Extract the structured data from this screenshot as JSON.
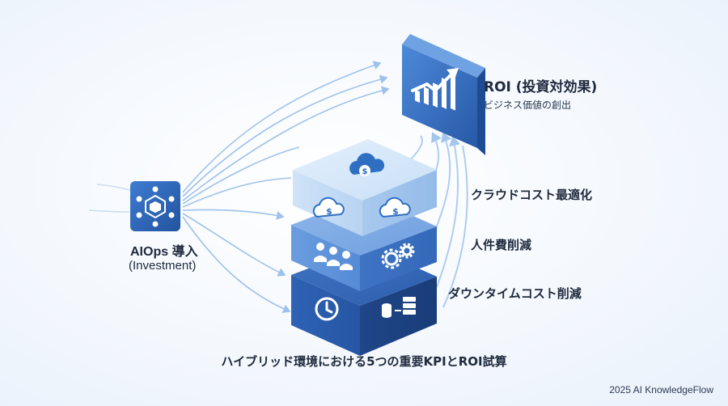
{
  "roi": {
    "title": "ROI (投資対効果)",
    "subtitle": "ビジネス価値の創出",
    "icon": "growth-chart-icon"
  },
  "kpis": [
    {
      "label": "クラウドコスト最適化",
      "icon": "cloud-dollar-icon"
    },
    {
      "label": "人件費削減",
      "icon": "people-gear-icon"
    },
    {
      "label": "ダウンタイムコスト削減",
      "icon": "clock-server-icon"
    }
  ],
  "aiops": {
    "title": "AIOps 導入",
    "subtitle": "(Investment)",
    "icon": "network-hub-icon"
  },
  "footer": {
    "title": "ハイブリッド環境における5つの重要KPIとROI試算",
    "credit": "2025 AI KnowledgeFlow"
  },
  "colors": {
    "primary_blue": "#2f6fc2",
    "dark_blue": "#234f95",
    "light_blue": "#cfe2f7",
    "flow_line": "#8fb8e8",
    "text": "#1e2a3d"
  }
}
